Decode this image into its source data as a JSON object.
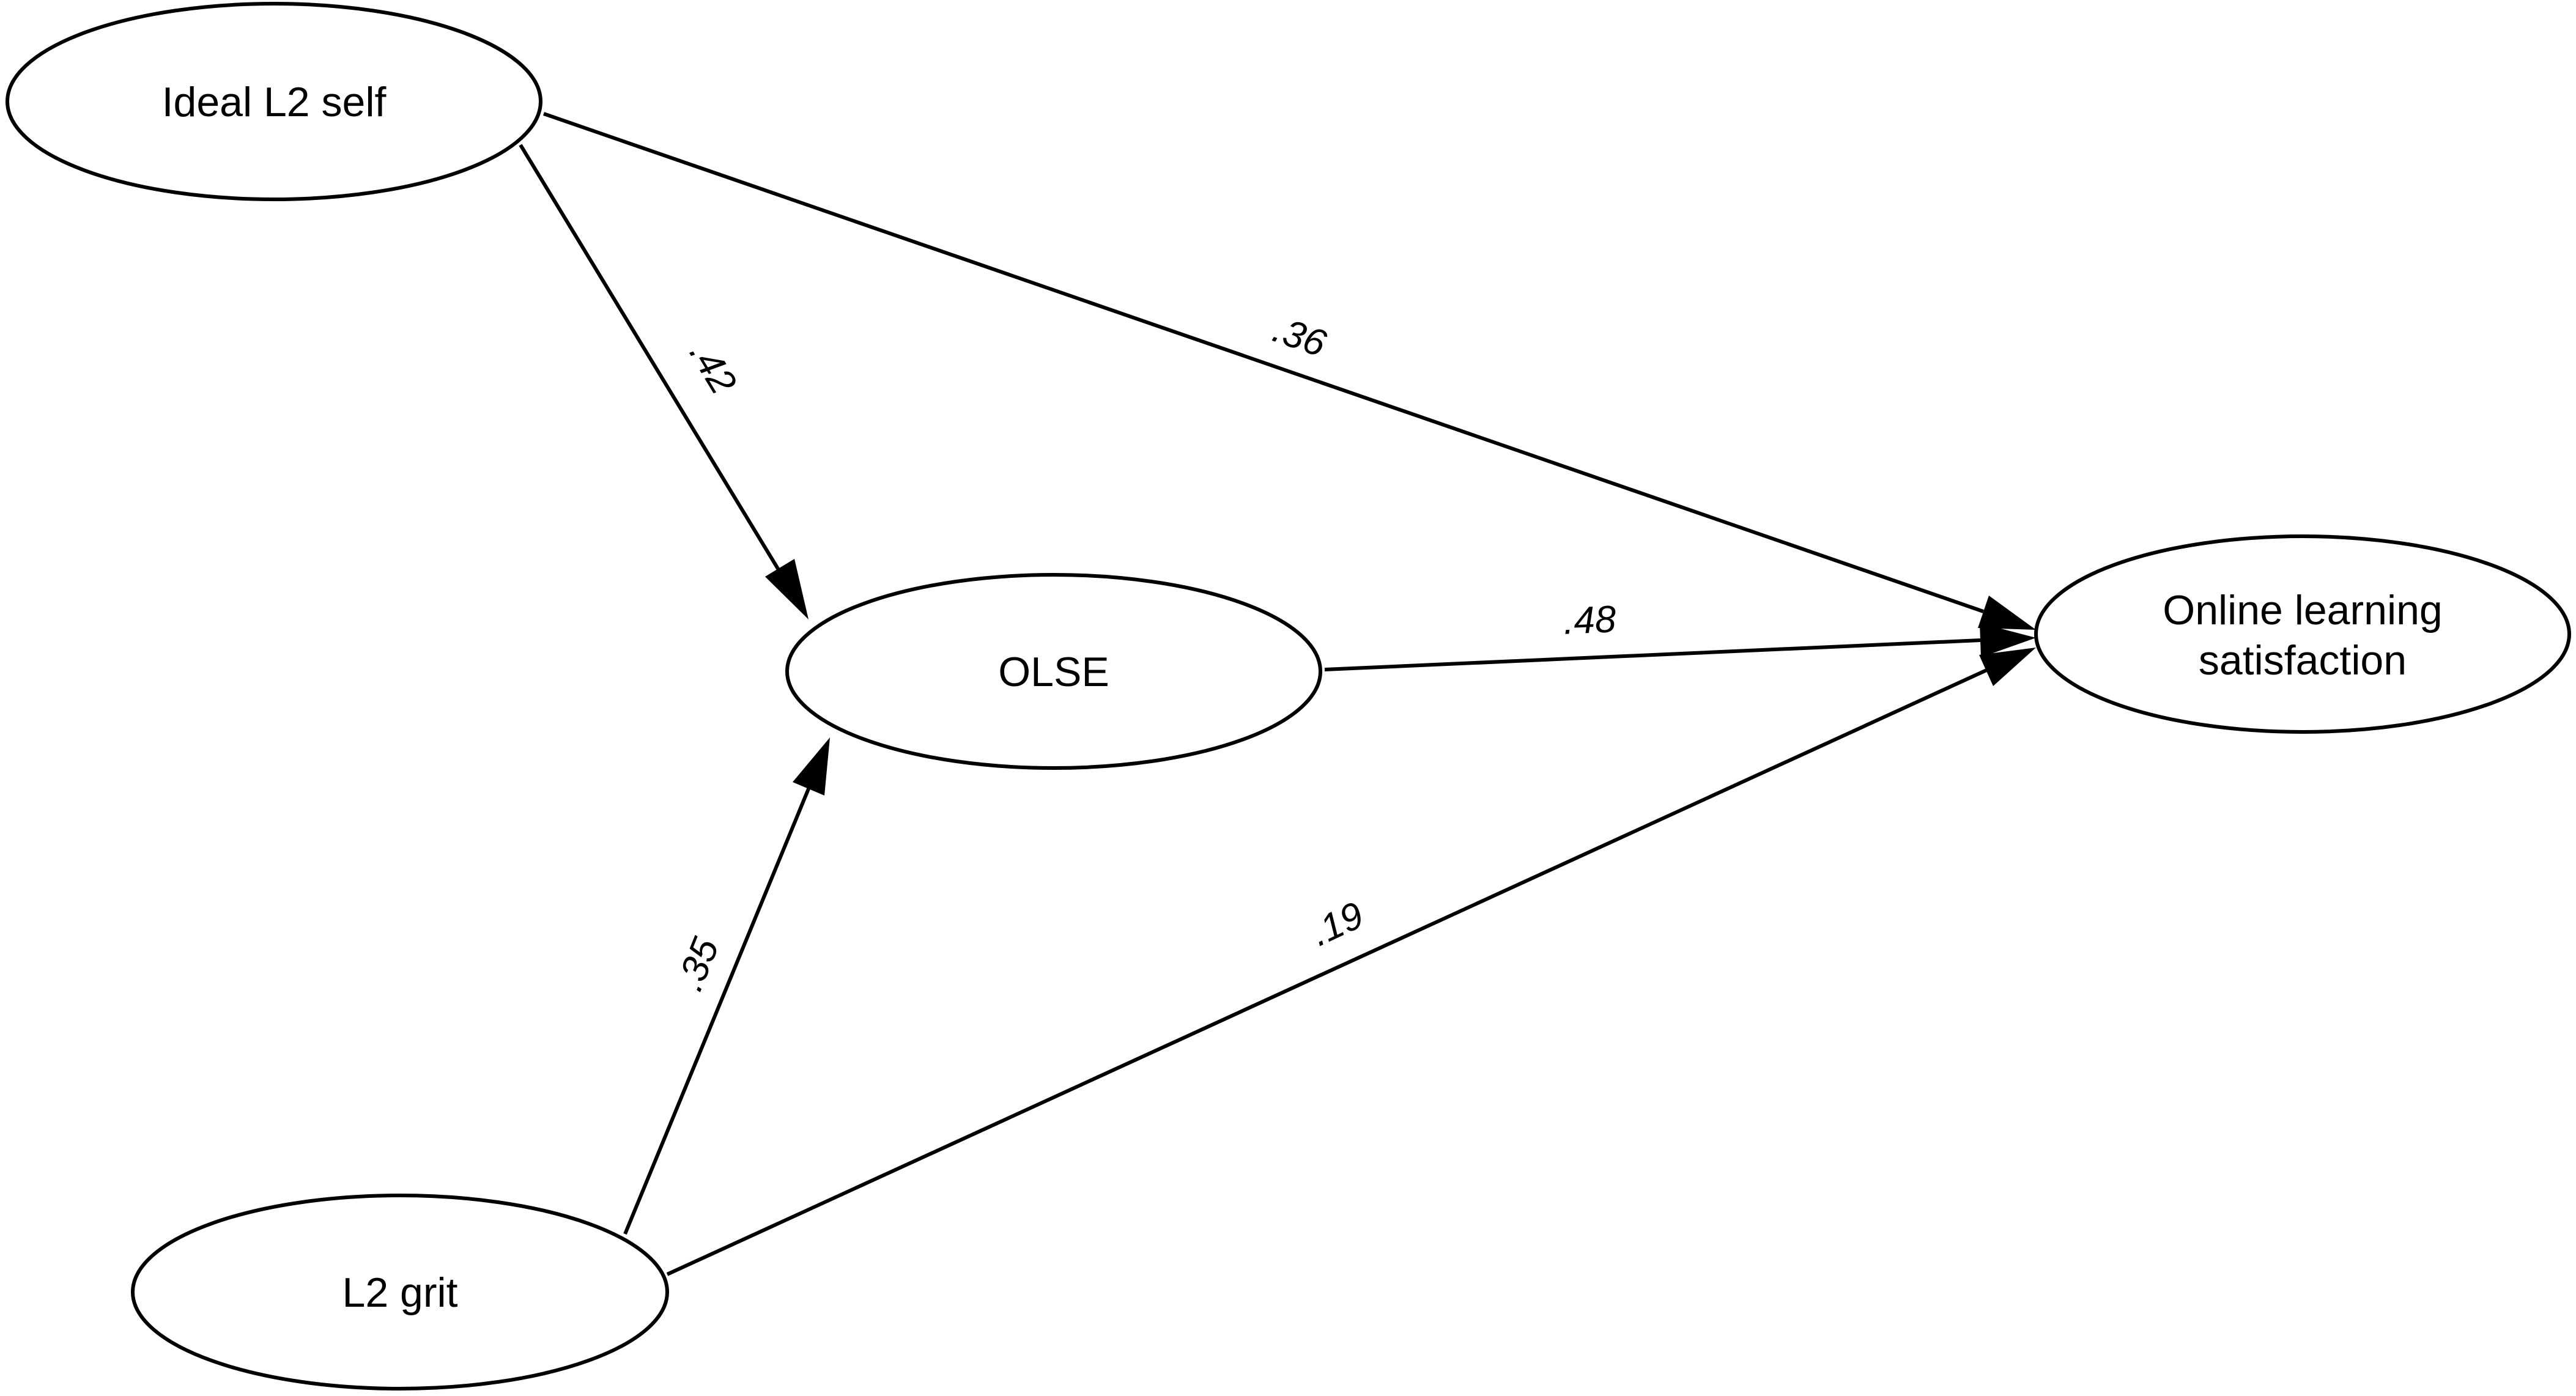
{
  "diagram": {
    "nodes": {
      "ideal_l2_self": {
        "lines": [
          "Ideal L2 self"
        ]
      },
      "olse": {
        "lines": [
          "OLSE"
        ]
      },
      "l2_grit": {
        "lines": [
          "L2 grit"
        ]
      },
      "online_learning_satisfaction": {
        "lines": [
          "Online learning",
          "satisfaction"
        ]
      }
    },
    "edges": [
      {
        "from": "ideal_l2_self",
        "to": "olse",
        "label": ".42"
      },
      {
        "from": "ideal_l2_self",
        "to": "online_learning_satisfaction",
        "label": ".36"
      },
      {
        "from": "olse",
        "to": "online_learning_satisfaction",
        "label": ".48"
      },
      {
        "from": "l2_grit",
        "to": "olse",
        "label": ".35"
      },
      {
        "from": "l2_grit",
        "to": "online_learning_satisfaction",
        "label": ".19"
      }
    ]
  }
}
